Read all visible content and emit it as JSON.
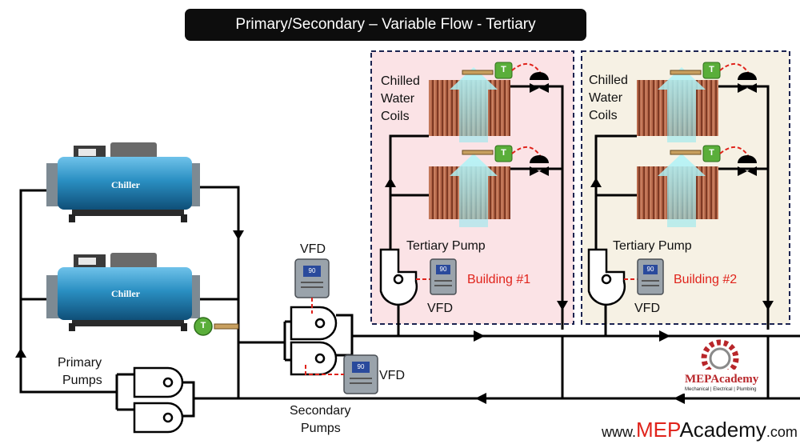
{
  "title": "Primary/Secondary – Variable Flow - Tertiary",
  "labels": {
    "chilled_water_coils_1": [
      "Chilled",
      "Water",
      "Coils"
    ],
    "chilled_water_coils_2": [
      "Chilled",
      "Water",
      "Coils"
    ],
    "tertiary_pump_1": "Tertiary Pump",
    "tertiary_pump_2": "Tertiary Pump",
    "building_1": "Building #1",
    "building_2": "Building #2",
    "vfd": "VFD",
    "primary_pumps": [
      "Primary",
      "Pumps"
    ],
    "secondary_pumps": [
      "Secondary",
      "Pumps"
    ],
    "chiller": "Chiller",
    "temp_sensor": "T",
    "vfd_display": "90"
  },
  "branding": {
    "logo_name": "MEPAcademy",
    "logo_tagline": "Mechanical | Electrical | Plumbing",
    "url_prefix": "www.",
    "url_brand": "MEP",
    "url_rest": "Academy",
    "url_suffix": ".com"
  },
  "colors": {
    "pipe": "#000000",
    "control_wire": "#e0231b",
    "building_1_fill": "#fbe3e6",
    "building_2_fill": "#f6f1e4",
    "zone_border": "#1b2350",
    "chiller_body": "#2f93c4",
    "sensor_green": "#5aae3a",
    "coil_copper": "#a8563a",
    "airflow": "#8fe8ef"
  },
  "icons": [
    "chiller-icon",
    "pump-icon",
    "vfd-icon",
    "temperature-sensor-icon",
    "control-valve-icon",
    "cooling-coil-icon",
    "airflow-arrow-icon",
    "gear-logo-icon"
  ]
}
